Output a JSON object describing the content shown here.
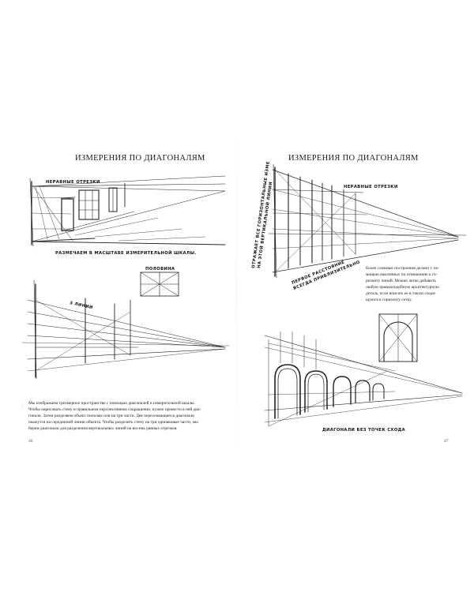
{
  "left_page": {
    "title": "ИЗМЕРЕНИЯ ПО ДИАГОНАЛЯМ",
    "labels": {
      "unequal_segments": "НЕРАВНЫЕ ОТРЕЗКИ",
      "scale_caption": "РАЗМЕЧАЕМ В МАСШТАБЕ ИЗМЕРИТЕЛЬНОЙ ШКАЛЫ.",
      "half": "ПОЛОВИНА",
      "three_lines": "3 ЛИНИИ"
    },
    "body_lines": [
      "Мы изображаем трехмерное пространство с помощью диагоналей и измерительной шкалы.",
      "Чтобы нарисовать стену в правильном перспективном сокращении, нужно провести в ней диа-",
      "гонали. Затем разделяем объект пополам или на три части. Две пересекающиеся диагонали",
      "окажутся на серединной линии объекта. Чтобы разделить стену на три одинаковые части, мы",
      "берем диагонали для разделения вертикальных линий на восемь равных отрезков."
    ],
    "page_number": "46"
  },
  "right_page": {
    "title": "ИЗМЕРЕНИЯ ПО ДИАГОНАЛЯМ",
    "labels": {
      "unequal_segments": "НЕРАВНЫЕ ОТРЕЗКИ",
      "vertical_note_1": "ОТРАЖАЕТ ВСЕ ГОРИЗОНТАЛЬНЫЕ ИЗМЕНЕНИЯ",
      "vertical_note_2": "НА ЭТОЙ ВЕРТИКАЛЬНОЙ ЛИНИИ",
      "first_distance_1": "ПЕРВОЕ РАССТОЯНИЕ",
      "first_distance_2": "ВСЕГДА ПРИБЛИЗИТЕЛЬНО",
      "diag_caption": "ДИАГОНАЛИ БЕЗ ТОЧЕК СХОДА"
    },
    "side_lines": [
      "Более сложные построения делают с по-",
      "мощью наклонных по отношению к го-",
      "ризонту линий. Можно легко добавить",
      "любую правдоподобную архитектурную",
      "деталь, если вписать ее в такую сходя-",
      "щуюся к горизонту сетку."
    ],
    "page_number": "47"
  }
}
